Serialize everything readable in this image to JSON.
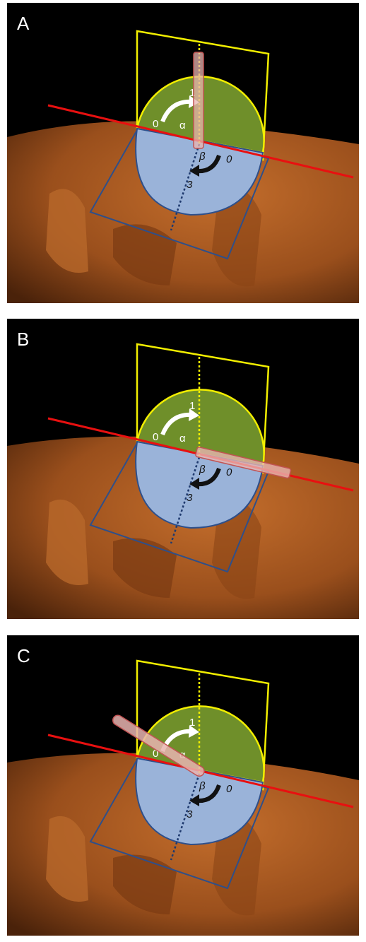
{
  "panels": [
    {
      "letter": "A",
      "labels": {
        "green_start": "0",
        "green_end": "1",
        "alpha": "α",
        "beta": "β",
        "blue_start": "0",
        "blue_end": "3"
      },
      "pointer_orientation": "vertical"
    },
    {
      "letter": "B",
      "labels": {
        "green_start": "0",
        "green_end": "1",
        "alpha": "α",
        "beta": "β",
        "blue_start": "0",
        "blue_end": "3"
      },
      "pointer_orientation": "along-red-line"
    },
    {
      "letter": "C",
      "labels": {
        "green_start": "0",
        "green_end": "1",
        "alpha": "α",
        "beta": "β",
        "blue_start": "0",
        "blue_end": "3"
      },
      "pointer_orientation": "tilted-up-left"
    }
  ],
  "colors": {
    "green_plane_frame": "#f2ee00",
    "green_semicircle": "#6f8f2a",
    "blue_semicircle": "#9ab3d9",
    "blue_plane_frame": "#2e4f8a",
    "red_line": "#e81010",
    "pointer": "#e9b4b0",
    "tissue": "#a0551e"
  }
}
